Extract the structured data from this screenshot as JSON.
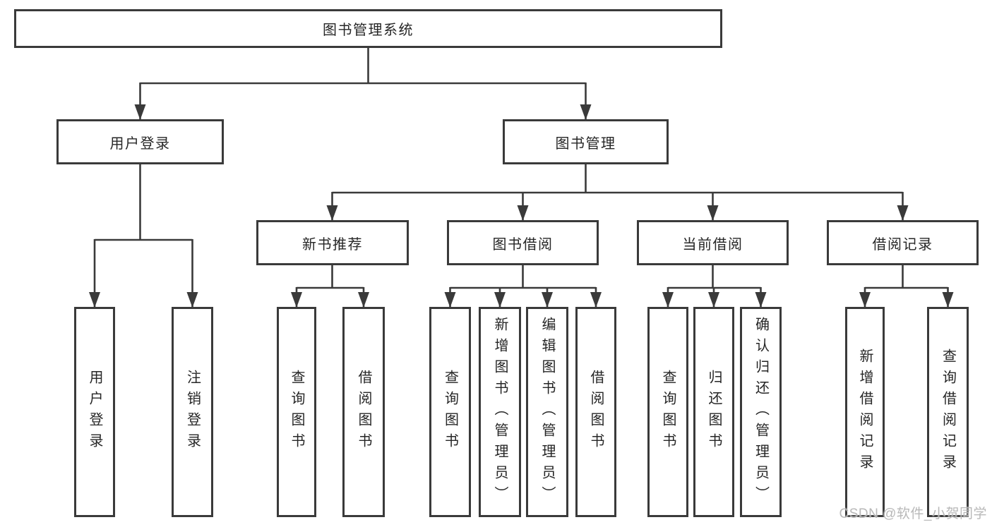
{
  "colors": {
    "line": "#3a3a3a",
    "box_border": "#3a3a3a",
    "text": "#262626",
    "background": "#ffffff",
    "watermark": "#b5b5b5"
  },
  "tree": {
    "root": {
      "label": "图书管理系统",
      "children": [
        {
          "label": "用户登录",
          "children": [
            {
              "label": "用户登录"
            },
            {
              "label": "注销登录"
            }
          ]
        },
        {
          "label": "图书管理",
          "children": [
            {
              "label": "新书推荐",
              "children": [
                {
                  "label": "查询图书"
                },
                {
                  "label": "借阅图书"
                }
              ]
            },
            {
              "label": "图书借阅",
              "children": [
                {
                  "label": "查询图书"
                },
                {
                  "label": "新增图书（管理员）"
                },
                {
                  "label": "编辑图书（管理员）"
                },
                {
                  "label": "借阅图书"
                }
              ]
            },
            {
              "label": "当前借阅",
              "children": [
                {
                  "label": "查询图书"
                },
                {
                  "label": "归还图书"
                },
                {
                  "label": "确认归还（管理员）"
                }
              ]
            },
            {
              "label": "借阅记录",
              "children": [
                {
                  "label": "新增借阅记录"
                },
                {
                  "label": "查询借阅记录"
                }
              ]
            }
          ]
        }
      ]
    }
  },
  "watermark": {
    "text": "CSDN @软件_小贺同学"
  }
}
